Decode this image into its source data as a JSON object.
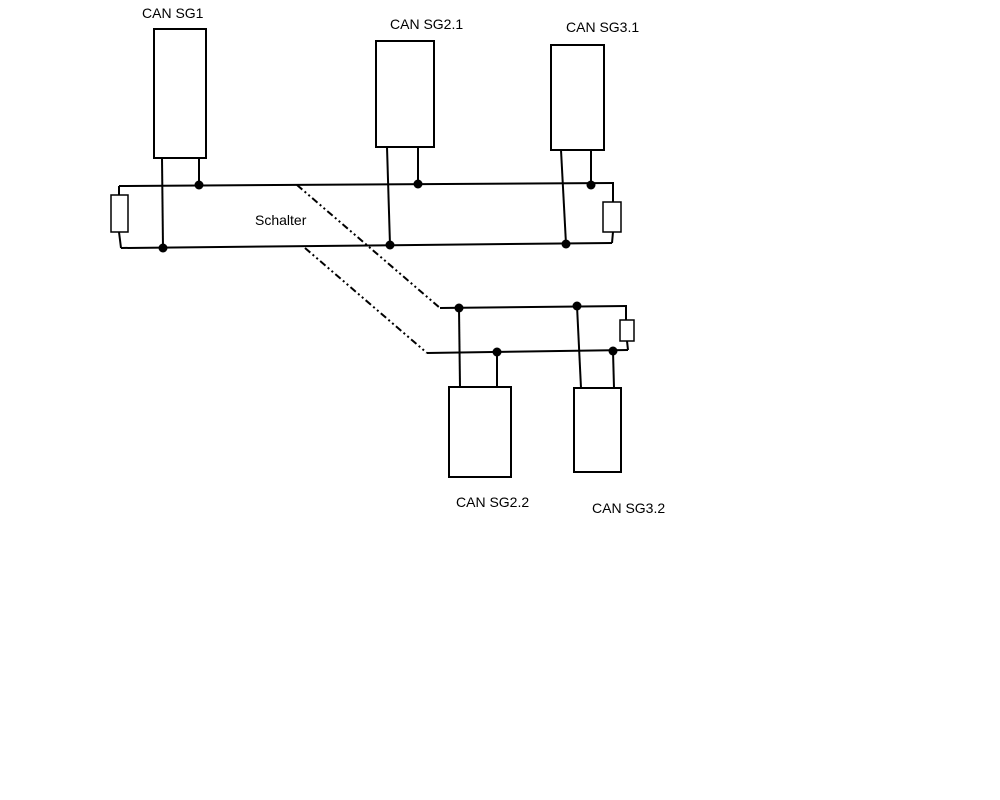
{
  "labels": {
    "can_sg1": "CAN SG1",
    "can_sg2_1": "CAN SG2.1",
    "can_sg3_1": "CAN SG3.1",
    "can_sg2_2": "CAN SG2.2",
    "can_sg3_2": "CAN SG3.2",
    "schalter": "Schalter"
  }
}
